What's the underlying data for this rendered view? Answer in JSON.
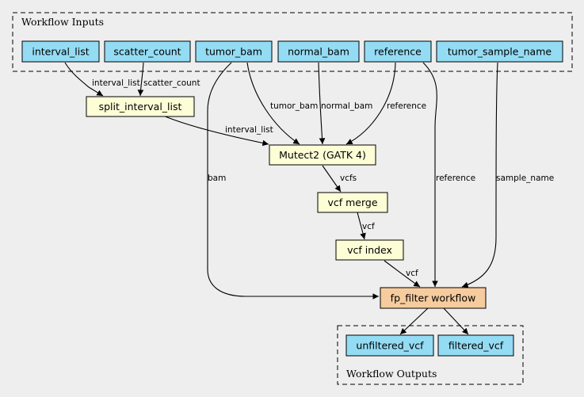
{
  "colors": {
    "background": "#eeeeee",
    "input_fill": "#94dcf4",
    "task_fill": "#fdfdd6",
    "subworkflow_fill": "#f6cc9e",
    "output_fill": "#94dcf4"
  },
  "clusters": {
    "inputs_label": "Workflow Inputs",
    "outputs_label": "Workflow Outputs"
  },
  "nodes": {
    "interval_list": "interval_list",
    "scatter_count": "scatter_count",
    "tumor_bam": "tumor_bam",
    "normal_bam": "normal_bam",
    "reference": "reference",
    "tumor_sample_name": "tumor_sample_name",
    "split_interval_list": "split_interval_list",
    "mutect2": "Mutect2 (GATK 4)",
    "vcf_merge": "vcf merge",
    "vcf_index": "vcf index",
    "fp_filter": "fp_filter workflow",
    "unfiltered_vcf": "unfiltered_vcf",
    "filtered_vcf": "filtered_vcf"
  },
  "edge_labels": {
    "interval_list_to_split": "interval_list",
    "scatter_to_split": "scatter_count",
    "split_to_mutect": "interval_list",
    "tumor_to_mutect": "tumor_bam",
    "normal_to_mutect": "normal_bam",
    "reference_to_mutect": "reference",
    "tumor_to_fp": "bam",
    "reference_to_fp": "reference",
    "sample_to_fp": "sample_name",
    "mutect_to_merge": "vcfs",
    "merge_to_index": "vcf",
    "index_to_fp": "vcf"
  }
}
